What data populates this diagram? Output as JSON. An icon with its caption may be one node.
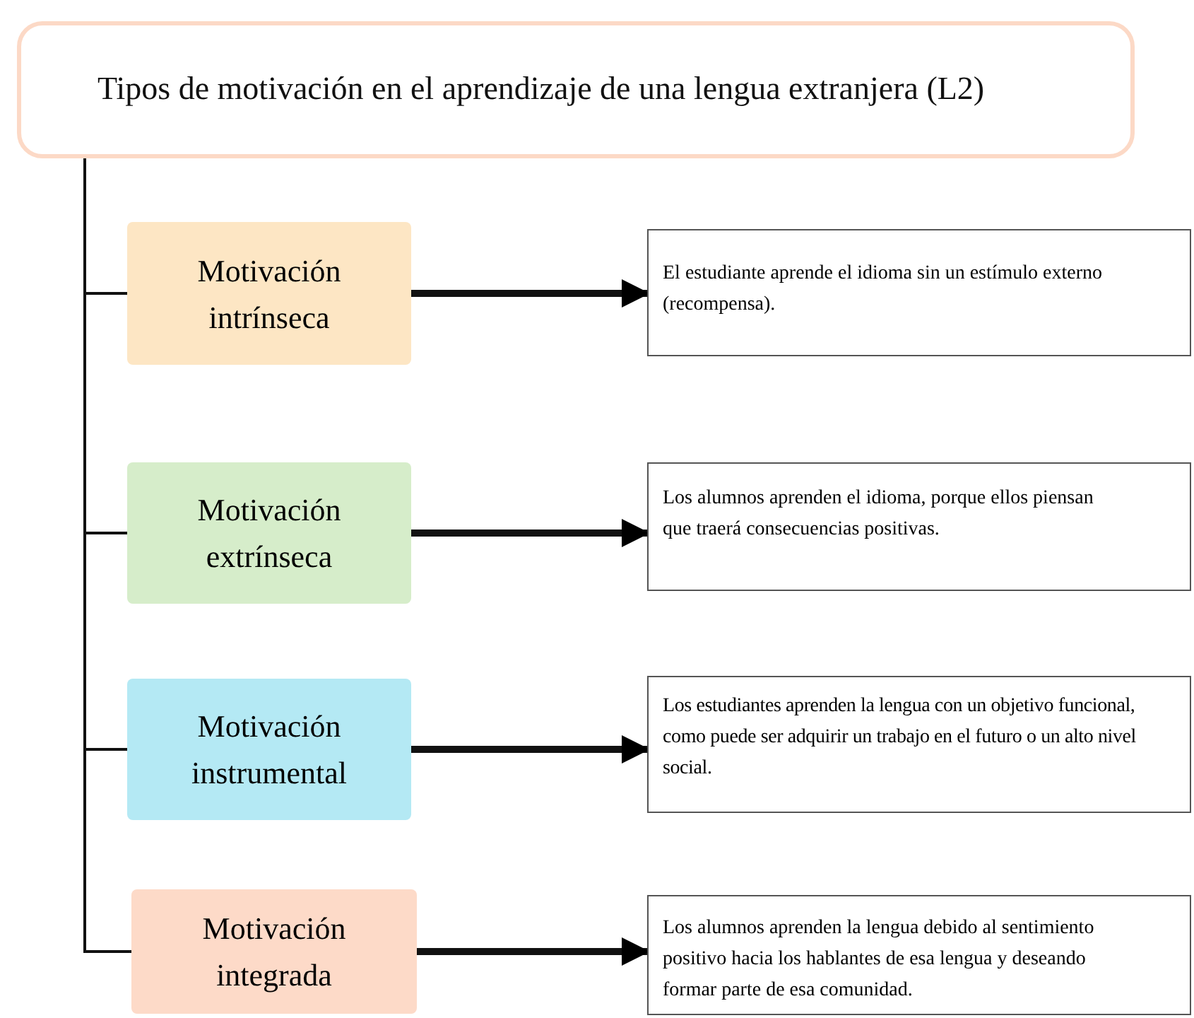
{
  "diagram": {
    "nodes": [
      {
        "text": [
          "Tipos de motivación en el aprendizaje de una lengua extranjera (L2)"
        ]
      },
      {
        "text": [
          "Motivación intrínseca"
        ]
      },
      {
        "text": [
          "Motivación extrínseca"
        ]
      },
      {
        "text": [
          "Motivación instrumental"
        ]
      },
      {
        "text": [
          "Motivación integrada"
        ]
      },
      {
        "text": [
          "El estudiante aprende el idioma sin un estímulo externo (recompensa)."
        ]
      },
      {
        "text": [
          "Los alumnos aprenden el idioma, porque ellos piensan que traerá consecuencias positivas."
        ]
      },
      {
        "text": [
          "Los estudiantes aprenden la lengua con un objetivo funcional, como puede ser adquirir un trabajo en el futuro o un alto nivel social."
        ]
      },
      {
        "text": [
          "Los alumnos aprenden la lengua debido al sentimiento positivo hacia los hablantes de esa lengua y deseando formar parte de esa comunidad."
        ]
      }
    ],
    "edges": [
      {
        "from": 0,
        "to": 1,
        "arrow": "none"
      },
      {
        "from": 0,
        "to": 2,
        "arrow": "none"
      },
      {
        "from": 0,
        "to": 3,
        "arrow": "none"
      },
      {
        "from": 0,
        "to": 4,
        "arrow": "none"
      },
      {
        "from": 1,
        "to": 5,
        "arrow": "to",
        "style": "thick"
      },
      {
        "from": 2,
        "to": 6,
        "arrow": "to",
        "style": "thick"
      },
      {
        "from": 3,
        "to": 7,
        "arrow": "to",
        "style": "thick"
      },
      {
        "from": 4,
        "to": 8,
        "arrow": "to",
        "style": "thick"
      }
    ]
  }
}
